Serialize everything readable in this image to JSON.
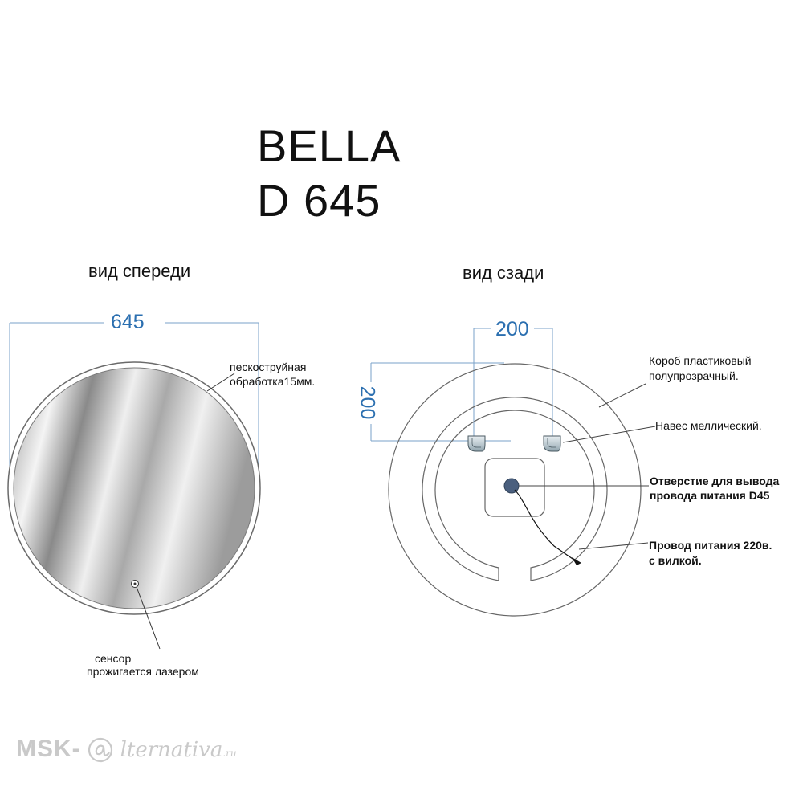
{
  "title": {
    "line1": "BELLA",
    "line2": "D 645"
  },
  "front_view": {
    "label": "вид спереди",
    "width_dim": "645",
    "frosting_note_line1": "пескоструйная",
    "frosting_note_line2": "обработка15мм.",
    "sensor_note_line1": "сенсор",
    "sensor_note_line2": "прожигается лазером"
  },
  "back_view": {
    "label": "вид сзади",
    "horizontal_dim": "200",
    "vertical_dim": "200",
    "box_note_line1": "Короб пластиковый",
    "box_note_line2": "полупрозрачный.",
    "hanger_note": "Навес меллический.",
    "hole_note_line1": "Отверстие для вывода",
    "hole_note_line2": "провода питания D45",
    "cable_note_line1": "Провод питания 220в.",
    "cable_note_line2": "с вилкой."
  },
  "watermark": {
    "prefix": "MSK-",
    "script": "lternativa",
    "suffix": ".ru"
  },
  "colors": {
    "dimension": "#2b6fb0",
    "line": "#555555",
    "mirror_dark": "#8e8e8e",
    "mirror_light": "#f2f2f2",
    "hole": "#4a5f7e",
    "watermark": "#c9c9c9"
  }
}
